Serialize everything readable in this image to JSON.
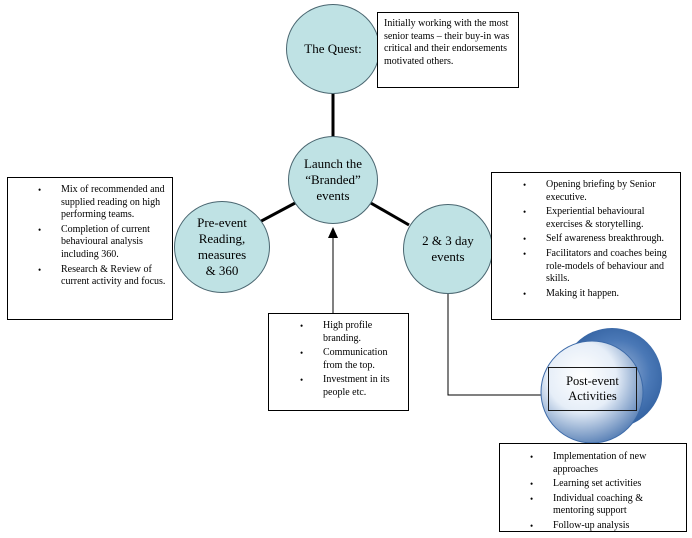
{
  "diagram": {
    "hub": {
      "label": "Launch the\n“Branded”\nevents"
    },
    "quest": {
      "label": "The Quest:"
    },
    "pre_event": {
      "label": "Pre-event\nReading,\nmeasures\n& 360"
    },
    "day_events": {
      "label": "2 & 3 day\nevents"
    },
    "post_event": {
      "label": "Post-event\nActivities"
    },
    "quest_note": "Initially working with the most senior teams – their buy-in was critical and their endorsements motivated others.",
    "pre_event_bullets": [
      "Mix of recommended and supplied reading on high performing teams.",
      "Completion of current behavioural analysis including 360.",
      "Research & Review of current activity and focus."
    ],
    "day_events_bullets": [
      "Opening briefing by Senior executive.",
      "Experiential behavioural exercises & storytelling.",
      "Self awareness breakthrough.",
      "Facilitators and coaches being role-models of behaviour and skills.",
      "Making it happen."
    ],
    "launch_bullets": [
      "High profile branding.",
      "Communication from the top.",
      "Investment in its people etc."
    ],
    "post_event_bullets": [
      "Implementation of new approaches",
      "Learning set activities",
      "Individual coaching & mentoring support",
      "Follow-up analysis"
    ],
    "colors": {
      "circle_fill": "#bfe2e4",
      "circle_stroke": "#4a6670",
      "post_event_blue": "#2f5e9c"
    }
  }
}
